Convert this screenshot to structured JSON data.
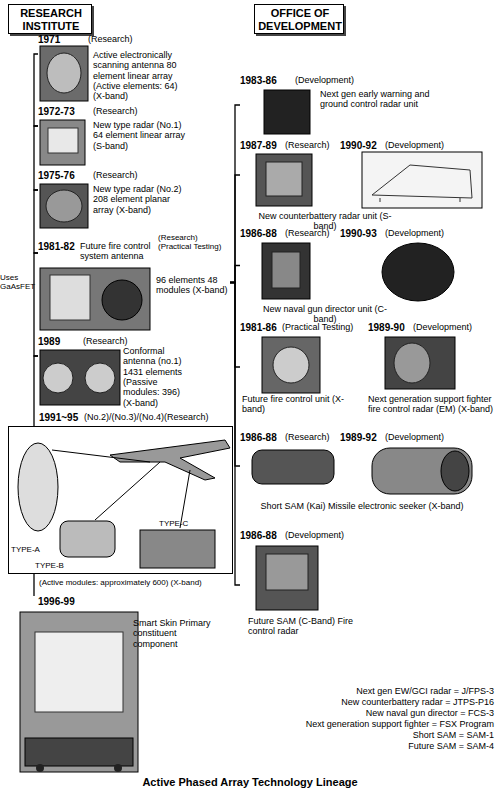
{
  "diagram": {
    "title": "Active Phased Array Technology Lineage",
    "nodes": [
      {
        "text": [
          "RESEARCH INSTITUTE"
        ]
      },
      {
        "text": [
          "OFFICE OF DEVELOPMENT"
        ]
      },
      {
        "text": [
          "1971",
          "(Research)",
          "Active electronically scanning antenna 80 element linear array (Active elements: 64) (X-band)"
        ]
      },
      {
        "text": [
          "1972-73",
          "(Research)",
          "New type radar (No.1) 64 element linear array (S-band)"
        ]
      },
      {
        "text": [
          "1975-76",
          "(Research)",
          "New type radar (No.2) 208 element planar array (X-band)"
        ]
      },
      {
        "text": [
          "1981-82",
          "Future fire control system antenna",
          "(Research) (Practical Testing)",
          "Uses GaAsFET",
          "96 elements 48 modules (X-band)"
        ]
      },
      {
        "text": [
          "1989",
          "(Research)",
          "Conformal antenna (no.1) 1431 elements (Passive modules: 396) (X-band)"
        ]
      },
      {
        "text": [
          "1991~95",
          "(No.2)/(No.3)/(No.4)(Research)",
          "TYPE-A",
          "TYPE-B",
          "TYPE-C",
          "(Active modules: approximately 600) (X-band)"
        ]
      },
      {
        "text": [
          "1996-99",
          "Smart Skin Primary constituent component"
        ]
      },
      {
        "text": [
          "1983-86",
          "(Development)",
          "Next gen early warning and ground control radar unit"
        ]
      },
      {
        "text": [
          "1987-89",
          "(Research)"
        ]
      },
      {
        "text": [
          "1990-92",
          "(Development)"
        ]
      },
      {
        "text": [
          "1986-88",
          "(Research)"
        ]
      },
      {
        "text": [
          "1990-93",
          "(Development)"
        ]
      },
      {
        "text": [
          "1981-86",
          "(Practical Testing)",
          "Future fire control unit (X-band)"
        ]
      },
      {
        "text": [
          "1989-90",
          "(Development)",
          "Next generation support fighter fire control radar (EM) (X-band)"
        ]
      },
      {
        "text": [
          "1986-88",
          "(Research)"
        ]
      },
      {
        "text": [
          "1989-92",
          "(Development)"
        ]
      },
      {
        "text": [
          "1986-88",
          "(Development)",
          "Future SAM (C-Band) Fire control radar"
        ]
      }
    ],
    "edges": [
      {
        "from": 2,
        "to": 3,
        "arrow": "none"
      },
      {
        "from": 3,
        "to": 4,
        "arrow": "none"
      },
      {
        "from": 4,
        "to": 5,
        "arrow": "none"
      },
      {
        "from": 5,
        "to": 6,
        "arrow": "none"
      },
      {
        "from": 6,
        "to": 7,
        "arrow": "none"
      },
      {
        "from": 7,
        "to": 8,
        "arrow": "none"
      },
      {
        "from": 5,
        "to": 9,
        "arrow": "none"
      },
      {
        "from": 5,
        "to": 10,
        "arrow": "none"
      },
      {
        "from": 5,
        "to": 12,
        "arrow": "none"
      },
      {
        "from": 5,
        "to": 14,
        "arrow": "none"
      },
      {
        "from": 5,
        "to": 16,
        "arrow": "none"
      },
      {
        "from": 5,
        "to": 18,
        "arrow": "none"
      }
    ],
    "labels": [
      "New counterbattery radar unit (S-band)",
      "New naval gun director unit (C-band)",
      "Short SAM (Kai) Missile electronic seeker (X-band)",
      "Next gen EW/GCI radar = J/FPS-3",
      "New counterbattery radar = JTPS-P16",
      "New naval gun director = FCS-3",
      "Next generation support fighter = FSX Program",
      "Short SAM = SAM-1",
      "Future SAM = SAM-4"
    ]
  }
}
